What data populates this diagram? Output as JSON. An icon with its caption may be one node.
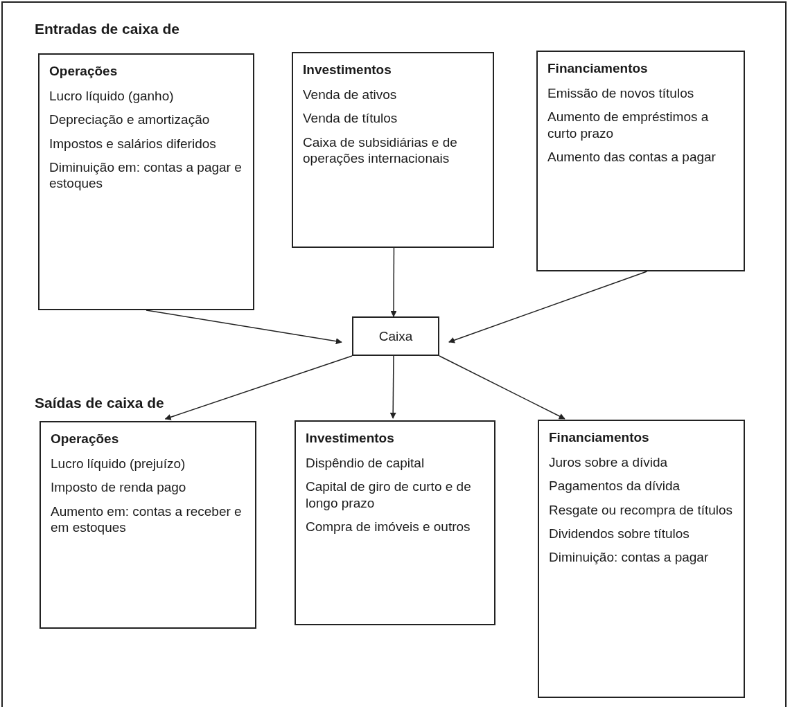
{
  "diagram": {
    "nodes": [
      {
        "text": [
          "Operações",
          "Lucro líquido (ganho)",
          "Depreciação e amortização",
          "Impostos e salários diferidos",
          "Diminuição em: contas a pagar e estoques"
        ]
      },
      {
        "text": [
          "Investimentos",
          "Venda de ativos",
          "Venda de títulos",
          "Caixa de subsidiárias e de operações internacionais"
        ]
      },
      {
        "text": [
          "Financiamentos",
          "Emissão de novos títulos",
          "Aumento de empréstimos a curto prazo",
          "Aumento das contas a pagar"
        ]
      },
      {
        "text": [
          "Caixa"
        ]
      },
      {
        "text": [
          "Operações",
          "Lucro líquido (prejuízo)",
          "Imposto de renda pago",
          "Aumento em: contas a receber e em estoques"
        ]
      },
      {
        "text": [
          "Investimentos",
          "Dispêndio de capital",
          "Capital de giro de curto e de longo prazo",
          "Compra de imóveis e outros"
        ]
      },
      {
        "text": [
          "Financiamentos",
          "Juros sobre a dívida",
          "Pagamentos da dívida",
          "Resgate ou recompra de títulos",
          "Dividendos sobre títulos",
          "Diminuição: contas a pagar"
        ]
      }
    ],
    "edges": [
      {
        "from": 0,
        "to": 3,
        "arrow": "to"
      },
      {
        "from": 1,
        "to": 3,
        "arrow": "to"
      },
      {
        "from": 2,
        "to": 3,
        "arrow": "to"
      },
      {
        "from": 3,
        "to": 4,
        "arrow": "to"
      },
      {
        "from": 3,
        "to": 5,
        "arrow": "to"
      },
      {
        "from": 3,
        "to": 6,
        "arrow": "to"
      }
    ],
    "labels": [
      "Entradas de caixa de",
      "Saídas de caixa de"
    ]
  }
}
